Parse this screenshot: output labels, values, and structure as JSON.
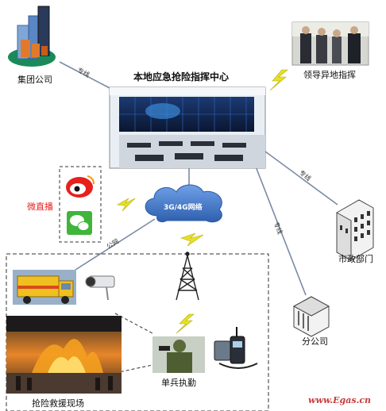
{
  "center": {
    "title": "本地应急抢险指挥中心"
  },
  "nodes": {
    "group_company": "集团公司",
    "leader_remote": "领导异地指挥",
    "micro_live": "微直播",
    "network": "3G/4G网络",
    "municipal": "市政部门",
    "branch": "分公司",
    "soldier": "单兵执勤",
    "site": "抢险救援现场"
  },
  "edge_labels": {
    "group_line": "专线",
    "municipal_line": "专线",
    "branch_line": "专线",
    "public_net": "公网"
  },
  "watermark": "www.Egas.cn",
  "colors": {
    "micro_live": "#e8201c",
    "cloud": "#3f72c2",
    "lightning": "#e8e024",
    "watermark": "#c83a3a"
  }
}
